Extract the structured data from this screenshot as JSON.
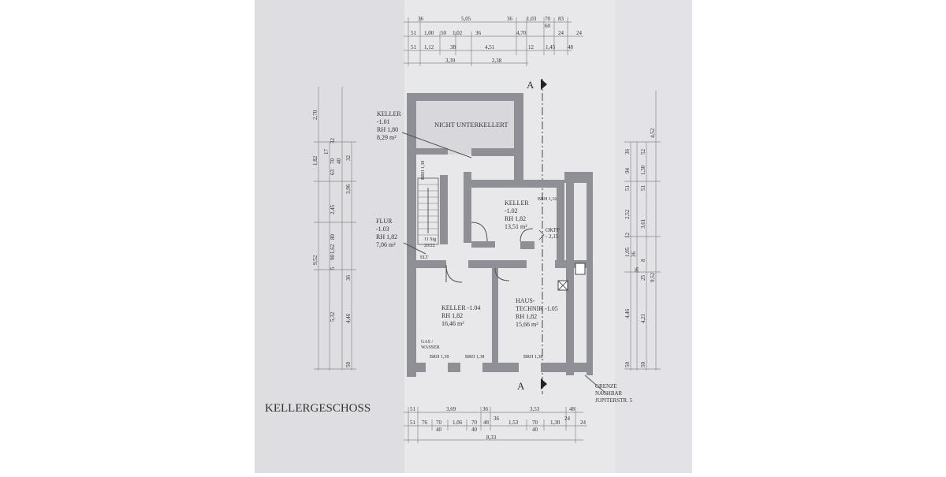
{
  "plan": {
    "title": "KELLERGESCHOSS",
    "section_marker": "A",
    "rooms": {
      "nicht_unterkellert": "NICHT UNTERKELLERT",
      "keller_101": [
        "KELLER",
        "-1.01",
        "RH 1,80",
        "8,29 m²"
      ],
      "keller_102": [
        "KELLER",
        "-1.02",
        "RH 1,82",
        "13,51 m²"
      ],
      "flur_103": [
        "FLUR",
        "-1.03",
        "RH 1,82",
        "7,06 m²"
      ],
      "keller_104": [
        "KELLER  -1.04",
        "RH 1,82",
        "16,46 m²"
      ],
      "haustechnik_105": [
        "HAUS-",
        "TECHNIK  -1.05",
        "RH 1,82",
        "15,66 m²"
      ]
    },
    "notes": {
      "brh_138_vertical": "BRH 1,38",
      "brh_116": "BRH 1,16",
      "brh_138_a": "BRH 1,38",
      "brh_138_b": "BRH 1,38",
      "brh_138_c": "BRH 1,38",
      "stairs": [
        "11 Stg",
        "20/22"
      ],
      "elt": "ELT",
      "okff": [
        "OKFF",
        "- 2,15"
      ],
      "gas_wasser": [
        "GAS /",
        "WASSER"
      ],
      "grenze": [
        "GRENZE",
        "NACHBAR",
        "JUPITERSTR. 5"
      ]
    },
    "dims_top": {
      "row1": [
        "36",
        "5,05",
        "36",
        "1,03",
        "70",
        "83",
        "60"
      ],
      "row2": [
        "51",
        "1,00",
        "50",
        "1,02",
        "36",
        "4,70",
        "24",
        "24"
      ],
      "row3": [
        "51",
        "1,12",
        "38",
        "4,51",
        "12",
        "1,45",
        "48"
      ],
      "row4": [
        "3,39",
        "2,38"
      ]
    },
    "dims_bottom": {
      "row1": [
        "51",
        "3,69",
        "36",
        "3,53",
        "48",
        "36",
        "24"
      ],
      "row2": [
        "51",
        "76",
        "70",
        "1,06",
        "70",
        "48",
        "1,53",
        "70",
        "1,30",
        "24",
        "40",
        "40",
        "40"
      ],
      "row3": [
        "8,33"
      ]
    },
    "dims_left": [
      "2,70",
      "1,82",
      "32",
      "17",
      "63",
      "70",
      "40",
      "32",
      "3,96",
      "2,45",
      "80",
      "1,62",
      "90",
      "5",
      "36",
      "9,52",
      "5,32",
      "4,46",
      "50"
    ],
    "dims_right": [
      "4,52",
      "36",
      "52",
      "94",
      "1,30",
      "51",
      "51",
      "2,52",
      "3,61",
      "12",
      "1,05",
      "36",
      "8",
      "25",
      "36",
      "9,52",
      "4,46",
      "4,21",
      "50",
      "50"
    ]
  }
}
